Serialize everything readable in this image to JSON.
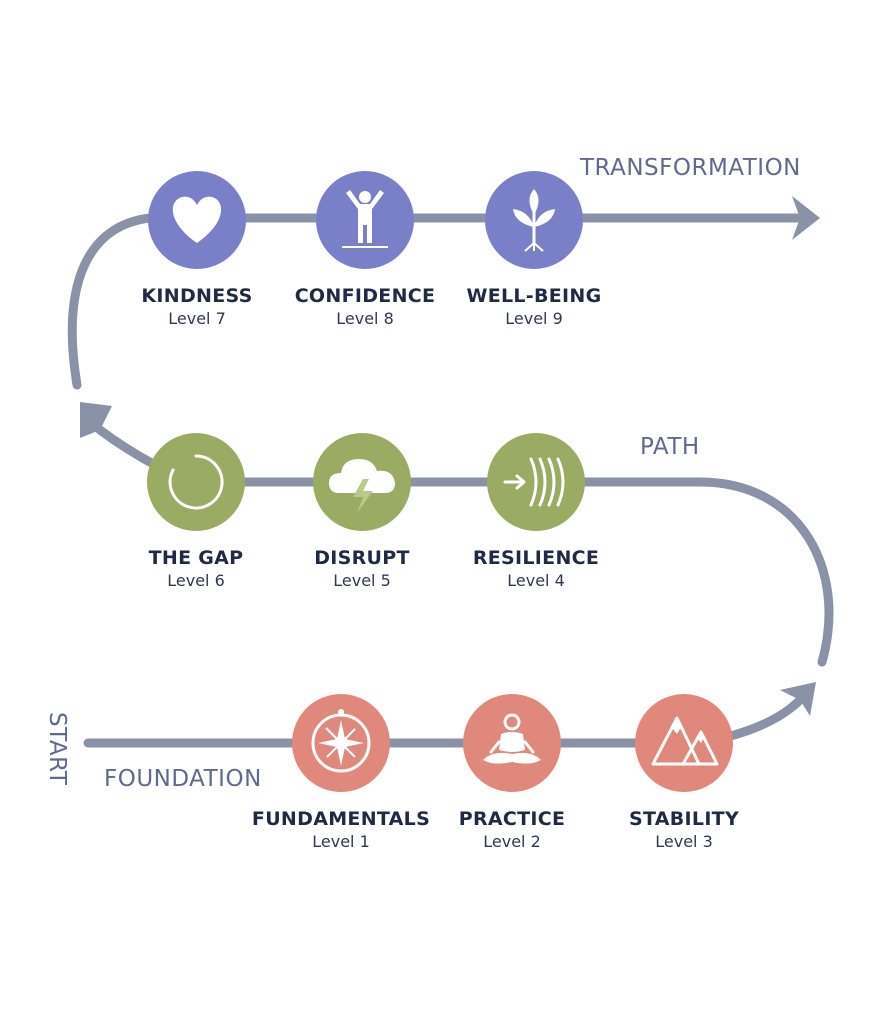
{
  "sections": {
    "start": "START",
    "foundation": "FOUNDATION",
    "path": "PATH",
    "transformation": "TRANSFORMATION"
  },
  "colors": {
    "track": "#8a92a8",
    "foundation": "#e0887c",
    "path": "#9aac63",
    "transformation": "#7a80c8",
    "label": "#5f6a90"
  },
  "levels": [
    {
      "title": "FUNDAMENTALS",
      "level": "Level 1",
      "icon": "compass-icon",
      "group": "foundation"
    },
    {
      "title": "PRACTICE",
      "level": "Level 2",
      "icon": "meditation-icon",
      "group": "foundation"
    },
    {
      "title": "STABILITY",
      "level": "Level 3",
      "icon": "mountains-icon",
      "group": "foundation"
    },
    {
      "title": "RESILIENCE",
      "level": "Level 4",
      "icon": "resilience-waves-icon",
      "group": "path"
    },
    {
      "title": "DISRUPT",
      "level": "Level 5",
      "icon": "storm-cloud-icon",
      "group": "path"
    },
    {
      "title": "THE GAP",
      "level": "Level 6",
      "icon": "open-circle-icon",
      "group": "path"
    },
    {
      "title": "KINDNESS",
      "level": "Level 7",
      "icon": "heart-icon",
      "group": "transformation"
    },
    {
      "title": "CONFIDENCE",
      "level": "Level 8",
      "icon": "person-arms-up-icon",
      "group": "transformation"
    },
    {
      "title": "WELL-BEING",
      "level": "Level 9",
      "icon": "plant-sprout-icon",
      "group": "transformation"
    }
  ]
}
